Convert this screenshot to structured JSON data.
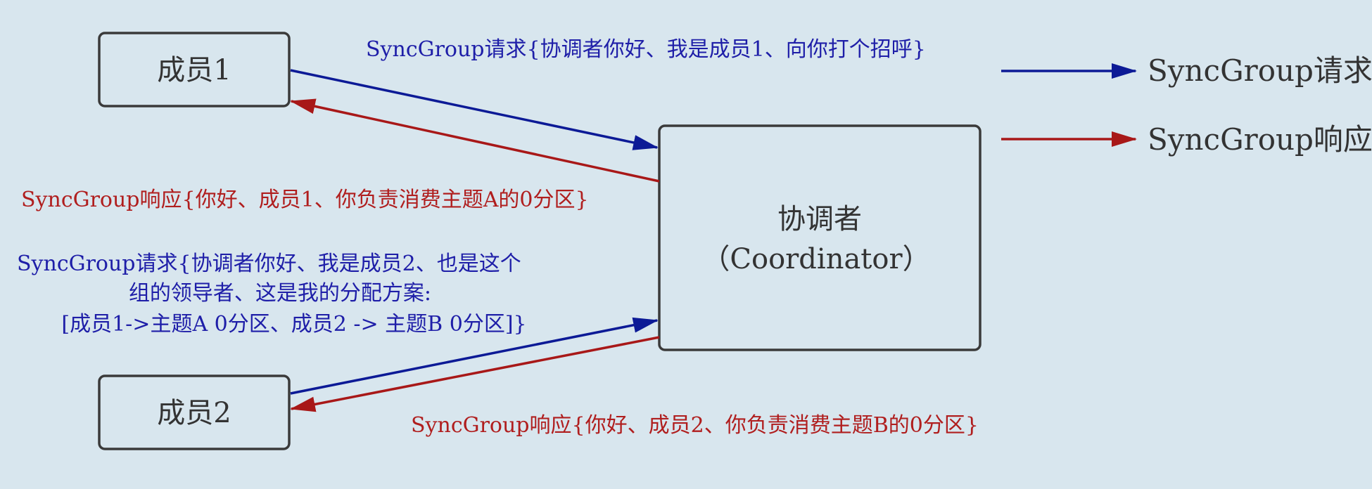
{
  "nodes": {
    "member1": "成员1",
    "member2": "成员2",
    "coordinator": {
      "line1": "协调者",
      "line2": "（Coordinator）"
    }
  },
  "messages": {
    "member1_request": "SyncGroup请求{协调者你好、我是成员1、向你打个招呼}",
    "member1_response": "SyncGroup响应{你好、成员1、你负责消费主题A的0分区}",
    "member2_request": [
      "SyncGroup请求{协调者你好、我是成员2、也是这个",
      "组的领导者、这是我的分配方案:",
      "[成员1->主题A 0分区、成员2 -> 主题B 0分区]}"
    ],
    "member2_response": "SyncGroup响应{你好、成员2、你负责消费主题B的0分区}"
  },
  "legend": {
    "request": "SyncGroup请求",
    "response": "SyncGroup响应"
  },
  "colors": {
    "request": "#0c1a96",
    "response": "#a81818",
    "box_border": "#3a3a3a",
    "box_fill": "#d8e6ee"
  }
}
